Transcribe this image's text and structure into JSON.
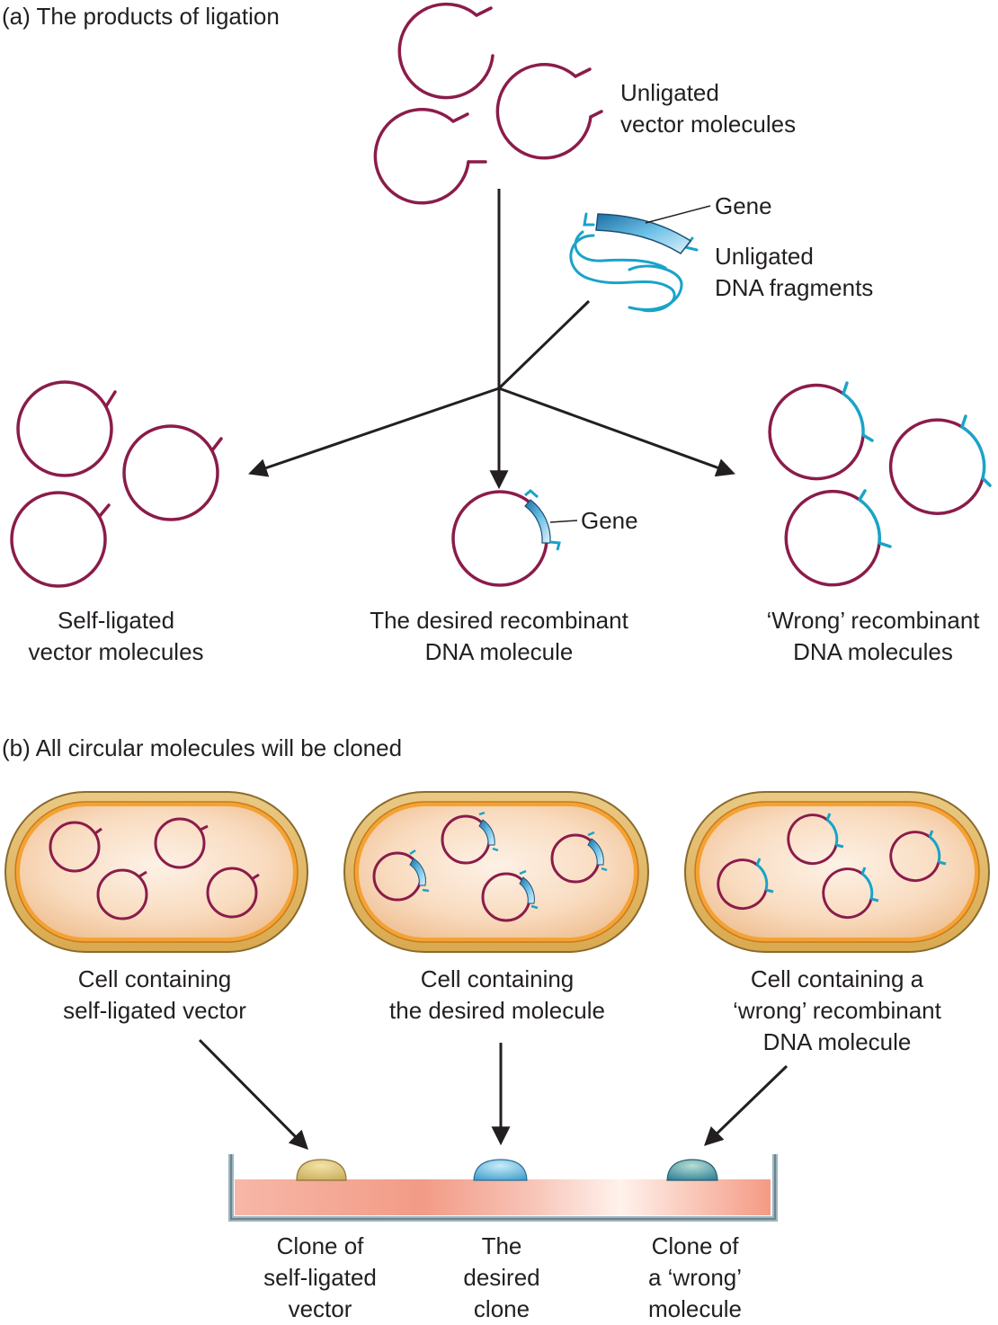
{
  "panel_a": {
    "title": "(a) The products of ligation",
    "unligated_vectors": [
      "Unligated",
      "vector molecules"
    ],
    "gene_label": "Gene",
    "unligated_fragments": [
      "Unligated",
      "DNA fragments"
    ],
    "outcomes": {
      "self_ligated": [
        "Self-ligated",
        "vector molecules"
      ],
      "desired": [
        "The desired recombinant",
        "DNA molecule"
      ],
      "desired_gene_label": "Gene",
      "wrong": [
        "‘Wrong’ recombinant",
        "DNA molecules"
      ]
    }
  },
  "panel_b": {
    "title": "(b) All circular molecules will be cloned",
    "cells": {
      "self_ligated": [
        "Cell containing",
        "self-ligated vector"
      ],
      "desired": [
        "Cell containing",
        "the desired molecule"
      ],
      "wrong": [
        "Cell containing a",
        "‘wrong’ recombinant",
        "DNA molecule"
      ]
    },
    "clones": {
      "self_ligated": [
        "Clone of",
        "self-ligated",
        "vector"
      ],
      "desired": [
        "The",
        "desired",
        "clone"
      ],
      "wrong": [
        "Clone of",
        "a ‘wrong’",
        "molecule"
      ]
    }
  },
  "colors": {
    "vector": "#8b1c4a",
    "fragment": "#1aa3c8",
    "gene": "#1f7fb0",
    "arrow": "#231f20",
    "cell_wall": "#e5b34a",
    "cell_inner": "#f5c79a"
  }
}
